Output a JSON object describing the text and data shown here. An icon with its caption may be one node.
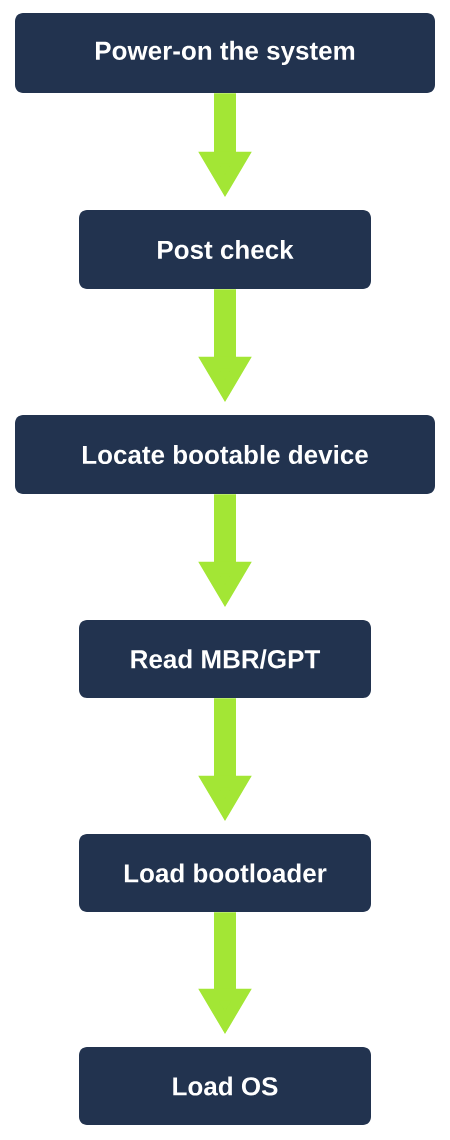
{
  "diagram": {
    "nodes": [
      {
        "text": [
          "Power-on the system"
        ]
      },
      {
        "text": [
          "Post check"
        ]
      },
      {
        "text": [
          "Locate bootable device"
        ]
      },
      {
        "text": [
          "Read MBR/GPT"
        ]
      },
      {
        "text": [
          "Load bootloader"
        ]
      },
      {
        "text": [
          "Load OS"
        ]
      }
    ],
    "edges": [
      {
        "from": 0,
        "to": 1,
        "arrow": "to"
      },
      {
        "from": 1,
        "to": 2,
        "arrow": "to"
      },
      {
        "from": 2,
        "to": 3,
        "arrow": "to"
      },
      {
        "from": 3,
        "to": 4,
        "arrow": "to"
      },
      {
        "from": 4,
        "to": 5,
        "arrow": "to"
      }
    ]
  }
}
